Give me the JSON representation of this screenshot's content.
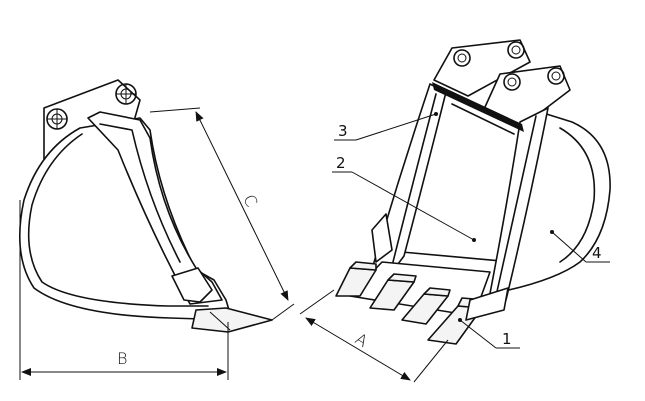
{
  "dimensions": {
    "a": "A",
    "b": "B",
    "c": "C"
  },
  "callouts": {
    "c1": "1",
    "c2": "2",
    "c3": "3",
    "c4": "4"
  },
  "colors": {
    "line": "#111111",
    "background": "#ffffff"
  }
}
